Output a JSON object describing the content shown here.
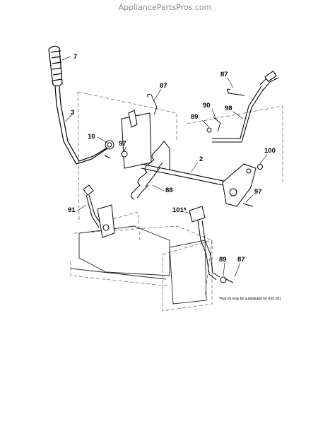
{
  "header": {
    "site": "AppliancePartsPros.com"
  },
  "diagram": {
    "parts": [
      {
        "key": "7"
      },
      {
        "key": "3"
      },
      {
        "key": "10"
      },
      {
        "key": "97"
      },
      {
        "key": "87"
      },
      {
        "key": "87"
      },
      {
        "key": "90"
      },
      {
        "key": "98"
      },
      {
        "key": "89"
      },
      {
        "key": "2"
      },
      {
        "key": "100"
      },
      {
        "key": "88"
      },
      {
        "key": "97"
      },
      {
        "key": "91"
      },
      {
        "key": "101*"
      },
      {
        "key": "89"
      },
      {
        "key": "87"
      }
    ],
    "footnote": "*Key 91 may be substituted for Key 101"
  }
}
